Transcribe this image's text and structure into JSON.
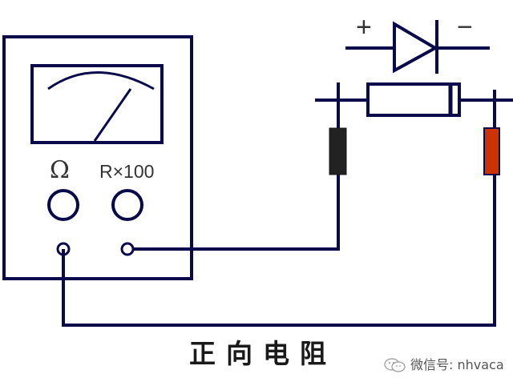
{
  "diagram": {
    "title": "正向电阻",
    "meter": {
      "function_symbol": "Ω",
      "range_label": "R×100"
    },
    "diode_symbol": {
      "anode_label": "+",
      "cathode_label": "−"
    },
    "probes": {
      "black": {
        "color": "#222222"
      },
      "red": {
        "color": "#cc3300"
      }
    },
    "colors": {
      "line": "#0a0a4a",
      "background": "#ffffff"
    }
  },
  "watermark": {
    "icon": "wechat-icon",
    "text": "微信号: nhvaca"
  }
}
